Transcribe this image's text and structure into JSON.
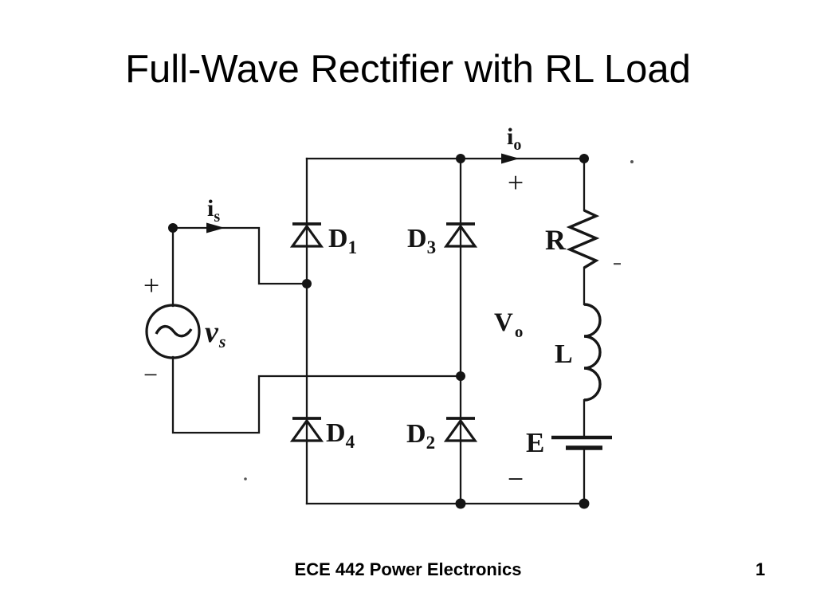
{
  "slide": {
    "title": "Full-Wave Rectifier with RL Load",
    "footer": {
      "course": "ECE 442 Power Electronics",
      "page_number": "1"
    }
  },
  "circuit": {
    "colors": {
      "ink": "#161616",
      "background": "#ffffff"
    },
    "labels": {
      "source_current": {
        "base": "i",
        "sub": "s"
      },
      "source_voltage": {
        "base": "v",
        "sub": "s"
      },
      "output_current": {
        "base": "i",
        "sub": "o"
      },
      "output_voltage": {
        "base": "V",
        "sub": "o"
      },
      "diode1": {
        "base": "D",
        "sub": "1"
      },
      "diode2": {
        "base": "D",
        "sub": "2"
      },
      "diode3": {
        "base": "D",
        "sub": "3"
      },
      "diode4": {
        "base": "D",
        "sub": "4"
      },
      "resistor": "R",
      "inductor": "L",
      "battery": "E",
      "source_plus": "+",
      "source_minus": "−",
      "output_plus": "+",
      "output_minus": "−"
    }
  }
}
